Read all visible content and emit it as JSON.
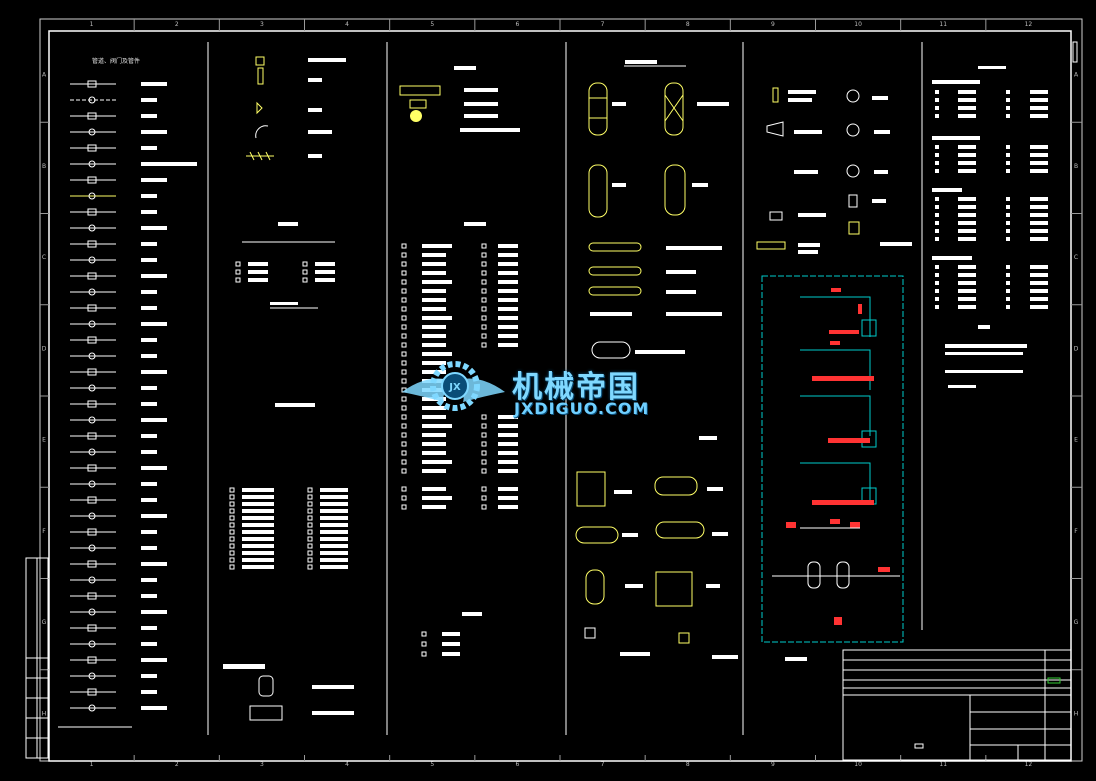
{
  "drawing": {
    "section_heading": "管道、阀门及管件"
  },
  "column_numbers": [
    "1",
    "2",
    "3",
    "4",
    "5",
    "6",
    "7",
    "8",
    "9",
    "10",
    "11",
    "12"
  ],
  "row_letters": [
    "A",
    "B",
    "C",
    "D",
    "E",
    "F",
    "G",
    "H"
  ],
  "watermark": {
    "chinese": "机械帝国",
    "latin": "JXDIGUO.COM",
    "badge": "JX"
  },
  "colors": {
    "background": "#000000",
    "frame": "#ffffff",
    "equipment": "#ffff66",
    "diagram_box": "#00cccc",
    "highlight": "#ff3333",
    "watermark": "#7fd8ff"
  }
}
